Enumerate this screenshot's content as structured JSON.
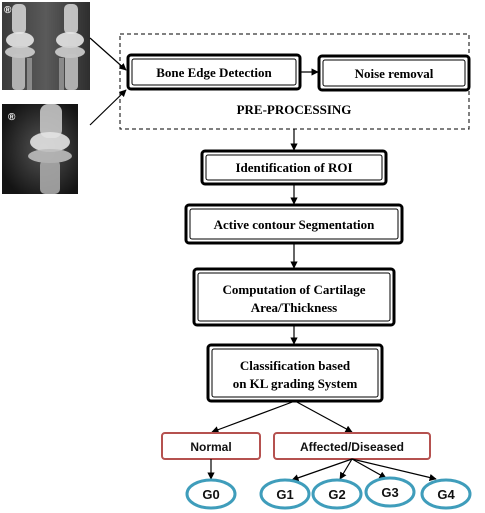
{
  "images": [
    {
      "mark": "®"
    },
    {
      "mark": "®"
    }
  ],
  "preprocessing": {
    "label": "PRE-PROCESSING",
    "bone_edge": "Bone Edge Detection",
    "noise": "Noise removal"
  },
  "steps": {
    "roi": "Identification of ROI",
    "segmentation": "Active contour Segmentation",
    "computation_line1": "Computation of Cartilage",
    "computation_line2": "Area/Thickness",
    "classification_line1": "Classification based",
    "classification_line2": "on KL grading System"
  },
  "outcomes": {
    "normal": "Normal",
    "affected": "Affected/Diseased"
  },
  "grades": [
    "G0",
    "G1",
    "G2",
    "G3",
    "G4"
  ],
  "colors": {
    "outcome_border": "#b5514f",
    "grade_border": "#3f9dbb"
  }
}
